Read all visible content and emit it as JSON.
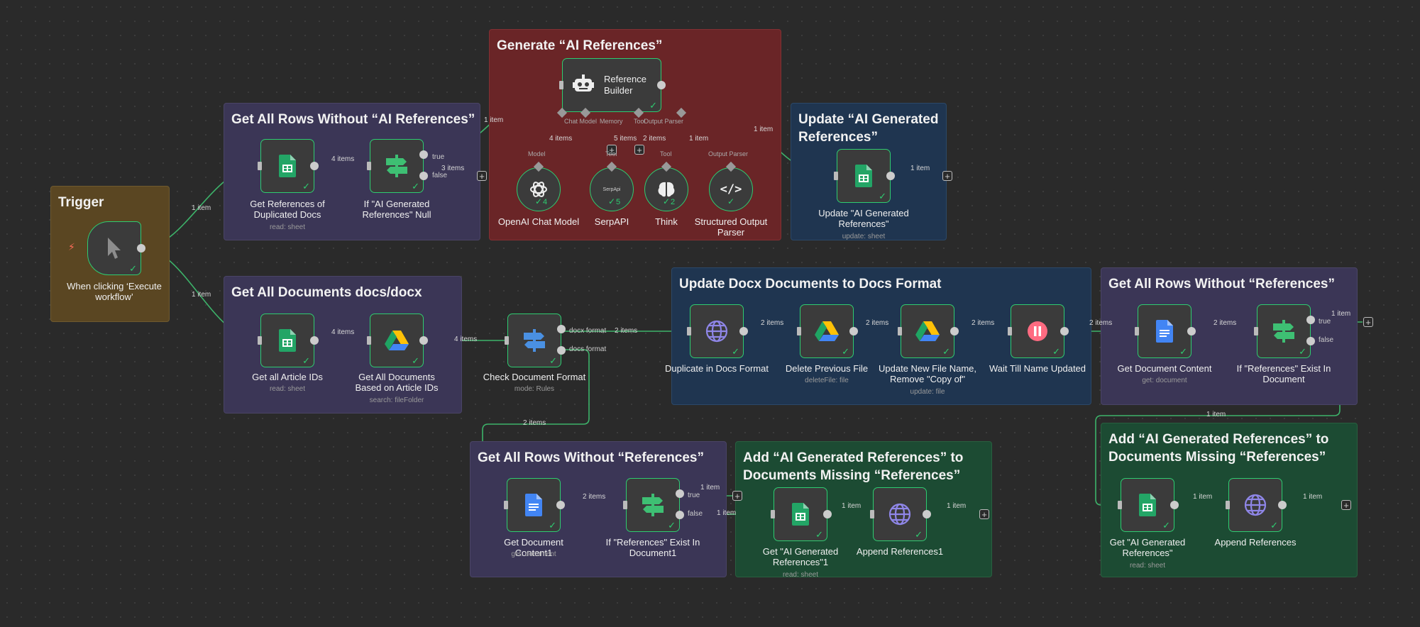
{
  "colors": {
    "wire": "#3db36a",
    "node_border": "#2ecc71",
    "canvas": "#2a2a2a"
  },
  "groups": {
    "trigger": "Trigger",
    "rows_no_ai": "Get All Rows Without “AI References”",
    "generate": "Generate “AI References”",
    "update_ai": "Update “AI Generated References”",
    "all_docs": "Get All Documents docs/docx",
    "update_docx": "Update Docx Documents to Docs Format",
    "rows_no_ref_right": "Get All Rows Without “References”",
    "rows_no_ref_bottom": "Get All Rows Without “References”",
    "add_bottom": "Add “AI Generated References” to Documents Missing “References”",
    "add_right": "Add “AI Generated References” to Documents Missing “References”"
  },
  "nodes": {
    "trigger": {
      "label": "When clicking ‘Execute workflow’",
      "icon": "cursor-icon"
    },
    "get_refs_dup": {
      "label": "Get References of Duplicated Docs",
      "sub": "read: sheet",
      "icon": "google-sheets-icon"
    },
    "if_ai_null": {
      "label": "If \"AI Generated References\" Null",
      "icon": "if-branch-icon",
      "port_true": "true",
      "port_false": "false"
    },
    "ref_builder": {
      "label": "Reference Builder",
      "icon": "robot-icon",
      "slots": [
        "Chat Model",
        "Memory",
        "Tool",
        "Output Parser"
      ]
    },
    "openai": {
      "label": "OpenAI Chat Model",
      "type": "Model",
      "count": "4"
    },
    "serpapi": {
      "label": "SerpAPI",
      "type": "Tool",
      "count": "5",
      "logo": "SerpApi"
    },
    "think": {
      "label": "Think",
      "type": "Tool",
      "count": "2"
    },
    "parser": {
      "label": "Structured Output Parser",
      "type": "Output Parser"
    },
    "update_ai": {
      "label": "Update \"AI Generated References\"",
      "sub": "update: sheet"
    },
    "get_article_ids": {
      "label": "Get all Article IDs",
      "sub": "read: sheet"
    },
    "get_all_docs": {
      "label": "Get All Documents Based on Article IDs",
      "sub": "search: fileFolder"
    },
    "check_format": {
      "label": "Check Document Format",
      "sub": "mode: Rules",
      "port_docx": "docx format",
      "port_docs": "docs format"
    },
    "duplicate": {
      "label": "Duplicate in Docs Format"
    },
    "delete_prev": {
      "label": "Delete Previous File",
      "sub": "deleteFile: file"
    },
    "update_name": {
      "label": "Update New File Name, Remove \"Copy of\"",
      "sub": "update: file"
    },
    "wait": {
      "label": "Wait Till Name Updated"
    },
    "get_doc_content": {
      "label": "Get Document Content",
      "sub": "get: document"
    },
    "if_ref_exist": {
      "label": "If \"References\" Exist In Document",
      "port_true": "true",
      "port_false": "false"
    },
    "get_doc_content1": {
      "label": "Get Document Content1",
      "sub": "get: document"
    },
    "if_ref_exist1": {
      "label": "If \"References\" Exist In Document1",
      "port_true": "true",
      "port_false": "false"
    },
    "get_ai_refs1": {
      "label": "Get \"AI Generated References\"1",
      "sub": "read: sheet"
    },
    "append_refs1": {
      "label": "Append References1"
    },
    "get_ai_refs": {
      "label": "Get \"AI Generated References\"",
      "sub": "read: sheet"
    },
    "append_refs": {
      "label": "Append References"
    }
  },
  "edges": {
    "e_trig_top": "1 item",
    "e_trig_bot": "1 item",
    "e_dup_if": "4 items",
    "e_true_gen": "1 item",
    "e_false": "3 items",
    "e_gen_update": "1 item",
    "e_update_out": "1 item",
    "s_model": "4 items",
    "s_tool5": "5 items",
    "s_tool2": "2 items",
    "s_parser": "1 item",
    "e_ids_docs": "4 items",
    "e_docs_check": "4 items",
    "e_docx_dup": "2 items",
    "e_docs_down": "2 items",
    "e_dup_del": "2 items",
    "e_del_upd": "2 items",
    "e_upd_wait": "2 items",
    "e_wait_get": "2 items",
    "e_get_if": "2 items",
    "e_if_true": "1 item",
    "e_if_false": "1 item",
    "e_c1_if1": "2 items",
    "e_if1_true": "1 item",
    "e_if1_false": "1 item",
    "e_g1_a1": "1 item",
    "e_a1_out": "1 item",
    "e_g_a": "1 item",
    "e_a_out": "1 item"
  }
}
